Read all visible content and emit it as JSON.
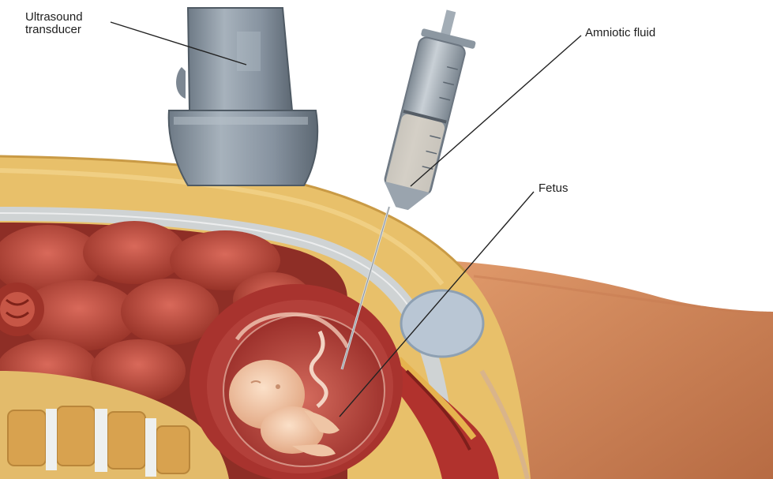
{
  "labels": {
    "transducer": [
      "Ultrasound",
      "transducer"
    ],
    "amniotic_fluid": "Amniotic fluid",
    "fetus": "Fetus"
  },
  "colors": {
    "fat_layer": "#e8c06a",
    "intestine": "#b9473c",
    "uterus_wall": "#a8332e",
    "amniotic_sac": "#c9544a",
    "fetus_skin": "#f3c9a6",
    "instrument_metal": "#8f9ba6",
    "skin": "#d0845a",
    "leader_line": "#222222"
  }
}
